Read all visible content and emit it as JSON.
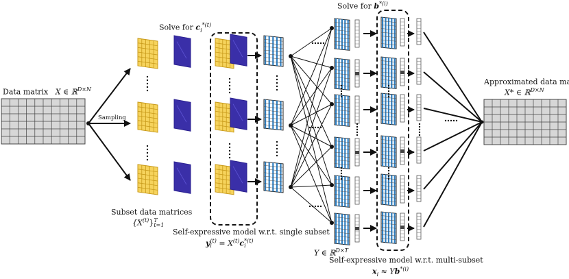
{
  "labels": {
    "data_matrix": "Data matrix",
    "data_matrix_formula": "X ∈ ℝ",
    "data_matrix_sup": "D×N",
    "sampling": "Sampling",
    "solve_for_c": "Solve for ",
    "solve_for_c_sym": "c",
    "solve_for_c_sub": "i",
    "solve_for_c_sup": "*(t)",
    "solve_for_b": "Solve for ",
    "solve_for_b_sym": "b",
    "solve_for_b_sup": "*(i)",
    "subset_matrices": "Subset data matrices",
    "subset_formula": "{X",
    "subset_formula_sup": "(t)",
    "subset_formula_close": "}",
    "subset_formula_sub": "t=1",
    "subset_formula_T": "T",
    "single_subset": "Self-expressive model w.r.t. single subset",
    "single_eq_lhs": "y",
    "single_eq_lhs_sub": "i",
    "single_eq_lhs_sup": "(t)",
    "single_eq_mid": " = X",
    "single_eq_mid_sup": "(t)",
    "single_eq_rhs": "c",
    "single_eq_rhs_sub": "i",
    "single_eq_rhs_sup": "*(t)",
    "y_matrix": "Y ∈ ℝ",
    "y_matrix_sup": "D×T",
    "multi_subset": "Self-expressive model w.r.t. multi-subset",
    "multi_eq_lhs": "x",
    "multi_eq_lhs_sub": "i",
    "multi_eq_mid": " ≈ ",
    "multi_eq_Y": "Y",
    "multi_eq_b": "b",
    "multi_eq_b_sup": "*(i)",
    "approx_matrix": "Approximated data matrix",
    "approx_formula": "X* ∈ ℝ",
    "approx_formula_sup": "D×N"
  },
  "colors": {
    "yellow_fill": "#f6d35c",
    "yellow_line": "#c89a1a",
    "purple": "#3a2fa8",
    "purple_dark": "#2b2190",
    "blue": "#2f7fc1",
    "gray_fill": "#d7d7d7",
    "black": "#111111"
  }
}
